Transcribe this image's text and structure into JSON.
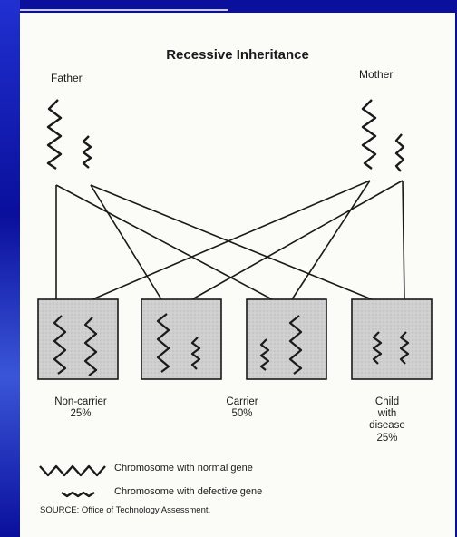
{
  "title": "Recessive Inheritance",
  "parents": {
    "father": "Father",
    "mother": "Mother"
  },
  "outcomes": [
    {
      "lines": [
        "Non-carrier",
        "25%"
      ]
    },
    {
      "lines": [
        "Carrier",
        "50%"
      ]
    },
    {
      "lines": [
        "Child",
        "with",
        "disease",
        "25%"
      ]
    }
  ],
  "legend": {
    "normal": "Chromosome with normal gene",
    "defective": "Chromosome with defective gene"
  },
  "source": "SOURCE: Office of Technology Assessment.",
  "colors": {
    "background": "#0a0f9c",
    "slide": "#fbfbf8",
    "ink": "#1a1a1a",
    "box_fill": "#cfcfcf"
  }
}
